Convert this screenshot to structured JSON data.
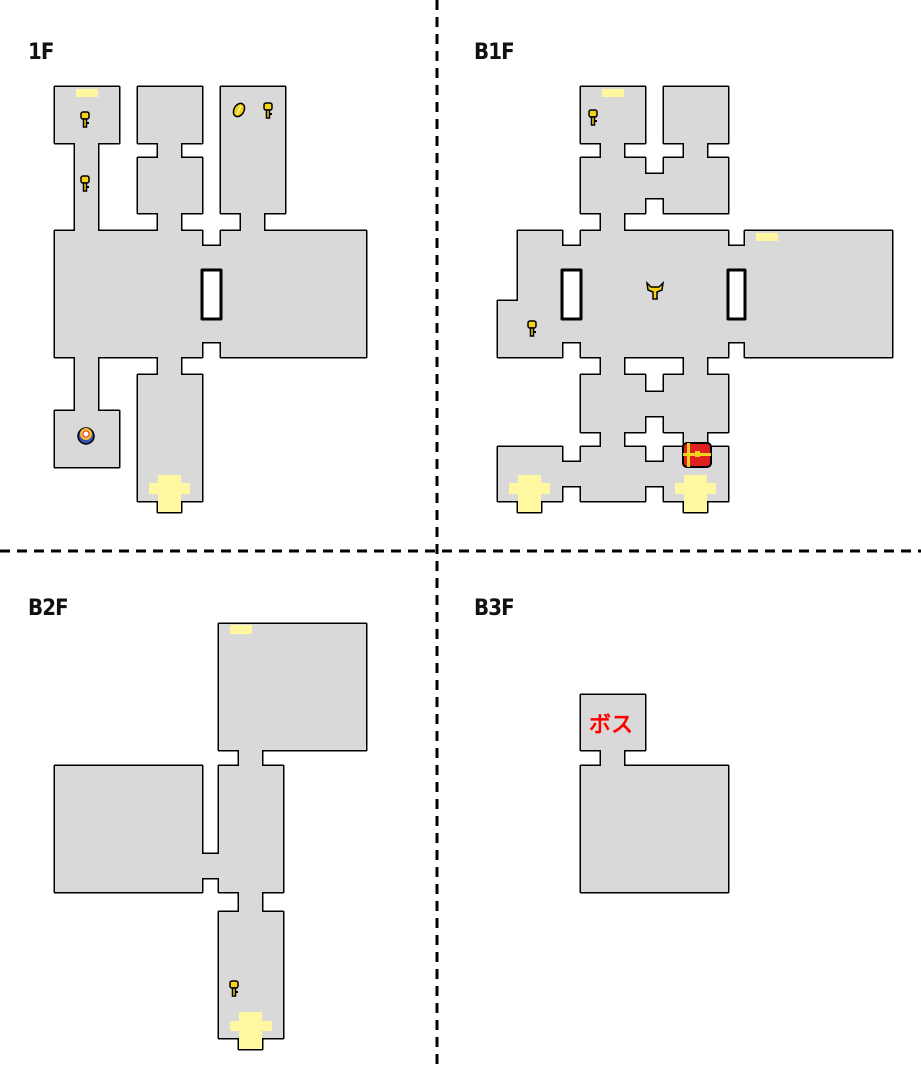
{
  "floors": [
    {
      "id": "1F",
      "label": "1F",
      "items": [
        "key-icon",
        "key-icon",
        "key-icon",
        "feather-icon",
        "orb-icon"
      ]
    },
    {
      "id": "B1F",
      "label": "B1F",
      "items": [
        "key-icon",
        "key-icon",
        "trophy-key-icon",
        "treasure-chest-icon"
      ]
    },
    {
      "id": "B2F",
      "label": "B2F",
      "items": [
        "key-icon"
      ]
    },
    {
      "id": "B3F",
      "label": "B3F",
      "boss_label": "ボス"
    }
  ],
  "colors": {
    "floor": "#d9d9d9",
    "wall": "#000000",
    "stairs": "#fff8a0",
    "boss_text": "#ff0000",
    "key": "#f2d21b",
    "chest": "#e02020"
  }
}
